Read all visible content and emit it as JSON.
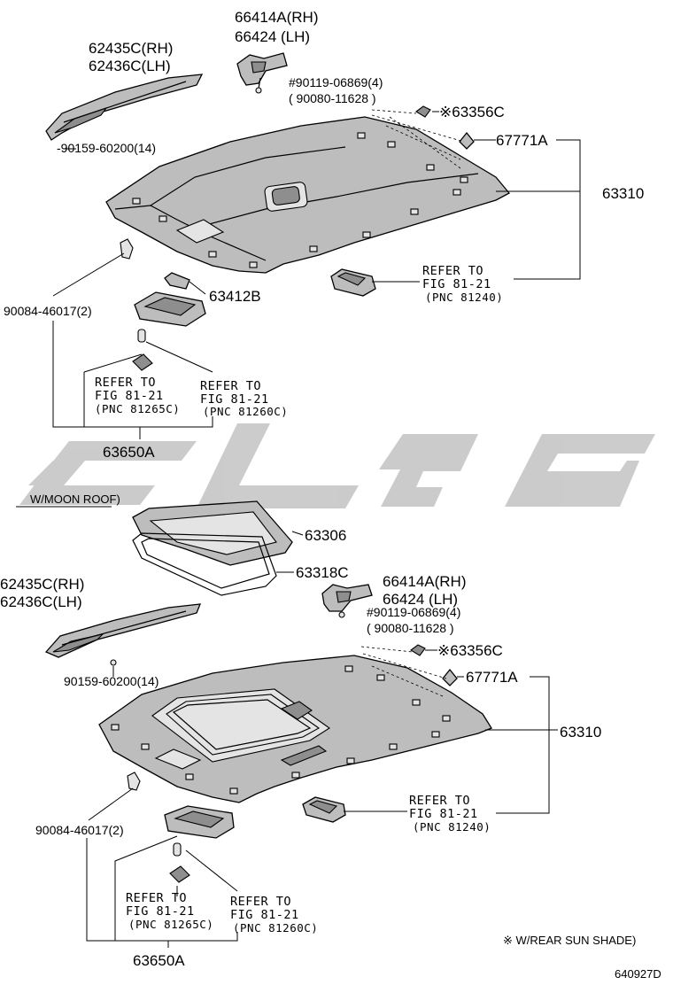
{
  "diagram": {
    "upper": {
      "labels": {
        "p62435c": "62435C(RH)",
        "p62436c": "62436C(LH)",
        "p66414a": "66414A(RH)",
        "p66424": "66424 (LH)",
        "p90119": "#90119-06869(4)",
        "p90080": "( 90080-11628    )",
        "p63356c": "※63356C",
        "p67771a": "67771A",
        "p90159": "-90159-60200(14)",
        "p63310": "63310",
        "p63412b": "63412B",
        "p90084": "90084-46017(2)",
        "p63650a": "63650A"
      },
      "refs": {
        "r81240": {
          "line1": "REFER TO",
          "line2": "FIG 81-21",
          "line3": "(PNC 81240)"
        },
        "r81265c": {
          "line1": "REFER TO",
          "line2": "FIG 81-21",
          "line3": "(PNC 81265C)"
        },
        "r81260c": {
          "line1": "REFER TO",
          "line2": "FIG 81-21",
          "line3": "(PNC 81260C)"
        }
      }
    },
    "lower": {
      "section_title": "W/MOON ROOF)",
      "labels": {
        "p63306": "63306",
        "p63318c": "63318C",
        "p62435c": "62435C(RH)",
        "p62436c": "62436C(LH)",
        "p66414a": "66414A(RH)",
        "p66424": "66424 (LH)",
        "p90119": "#90119-06869(4)",
        "p90080": "( 90080-11628    )",
        "p63356c": "※63356C",
        "p67771a": "67771A",
        "p90159": "90159-60200(14)",
        "p63310": "63310",
        "p90084": "90084-46017(2)",
        "p63650a": "63650A"
      },
      "refs": {
        "r81240": {
          "line1": "REFER TO",
          "line2": "FIG 81-21",
          "line3": "(PNC 81240)"
        },
        "r81265c": {
          "line1": "REFER TO",
          "line2": "FIG 81-21",
          "line3": "(PNC 81265C)"
        },
        "r81260c": {
          "line1": "REFER TO",
          "line2": "FIG 81-21",
          "line3": "(PNC 81260C)"
        }
      }
    },
    "footnote": "※  W/REAR SUN SHADE)",
    "figure_id": "640927D"
  }
}
